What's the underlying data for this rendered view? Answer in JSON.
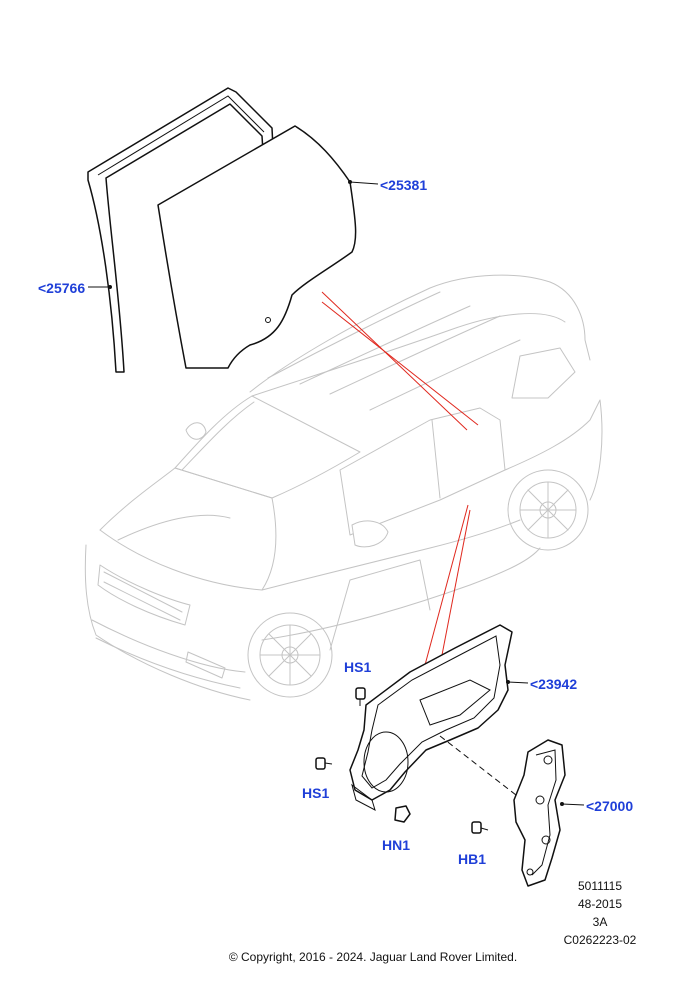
{
  "callouts": {
    "c25381": "<25381",
    "c25766": "<25766",
    "c23942": "<23942",
    "c27000": "<27000",
    "hs1_top": "HS1",
    "hs1_left": "HS1",
    "hn1": "HN1",
    "hb1": "HB1"
  },
  "meta": {
    "line1": "5011115",
    "line2": "48-2015",
    "line3": "3A",
    "line4": "C0262223-02"
  },
  "copyright": "© Copyright, 2016 - 2024. Jaguar Land Rover Limited.",
  "colors": {
    "callout_text": "#1f3fd8",
    "reference_lines": "#e0281e",
    "vehicle_outline": "#c4c4c4",
    "part_outline": "#111111"
  },
  "icons": {
    "vehicle": "suv-outline",
    "glass": "door-glass",
    "channel": "glass-run-channel",
    "panel": "door-trim-carrier",
    "regulator": "window-regulator",
    "fasteners": [
      "screw-hs1",
      "screw-hs1",
      "nut-hn1",
      "bolt-hb1"
    ]
  }
}
